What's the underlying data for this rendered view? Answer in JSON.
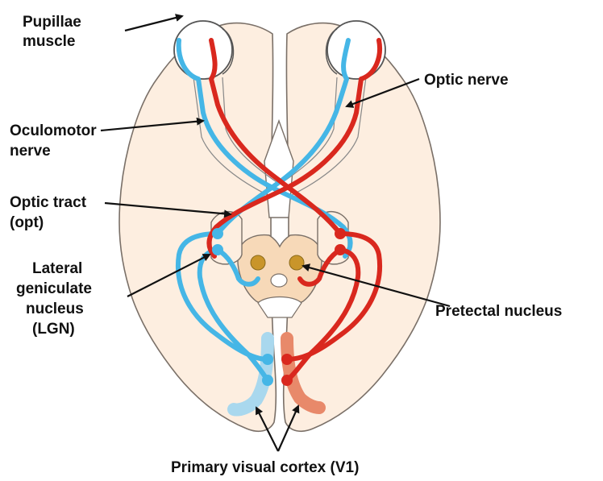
{
  "labels": {
    "pupillae_muscle": [
      "Pupillae",
      "muscle"
    ],
    "optic_nerve": "Optic nerve",
    "oculomotor_nerve": [
      "Oculomotor",
      "nerve"
    ],
    "optic_tract": [
      "Optic tract",
      "(opt)"
    ],
    "lgn": [
      "Lateral",
      "geniculate",
      "nucleus",
      "(LGN)"
    ],
    "pretectal_nucleus": "Pretectal nucleus",
    "v1": "Primary visual cortex (V1)"
  },
  "colors": {
    "brain_fill": "#fdeee0",
    "brain_outline": "#7a7068",
    "left_pathway": "#45b6e6",
    "right_pathway": "#d9281e",
    "v1_left": "#a9d8ee",
    "v1_right": "#e8896a",
    "pretectal": "#c9952a",
    "midbrain": "#f7d9b8"
  }
}
